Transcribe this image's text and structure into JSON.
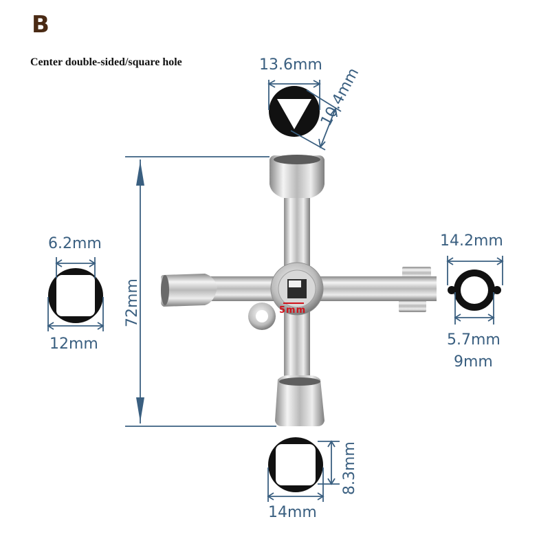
{
  "badge": "B",
  "caption": "Center double-sided/square hole",
  "dims": {
    "top_width": "13.6mm",
    "top_inner": "10.4mm",
    "height": "72mm",
    "left_inner": "6.2mm",
    "left_outer": "12mm",
    "right_outer": "14.2mm",
    "right_inner": "5.7mm",
    "right_extra": "9mm",
    "bottom_height": "8.3mm",
    "bottom_width": "14mm",
    "center_square": "5mm"
  },
  "colors": {
    "dimension": "#3a5f80",
    "badge": "#4a2a14",
    "center_label": "#d0121b",
    "metal": "#c8c8c8"
  }
}
